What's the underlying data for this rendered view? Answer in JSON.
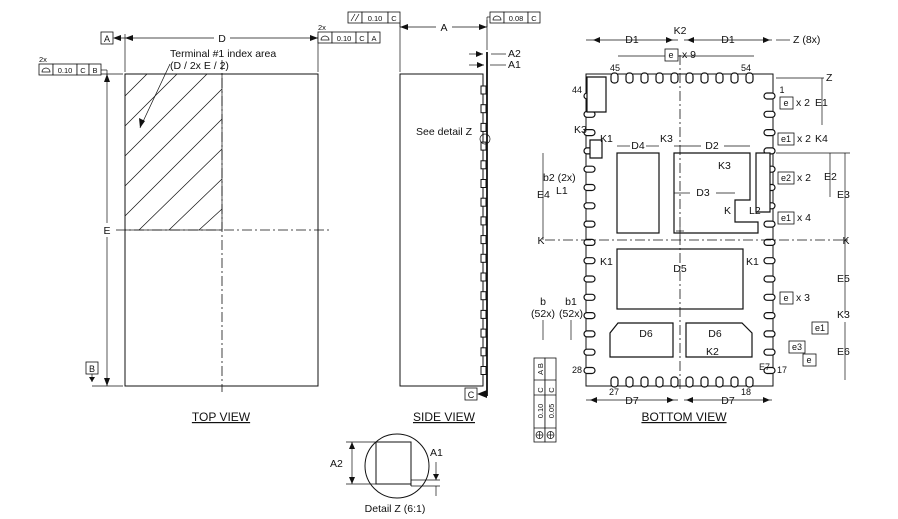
{
  "views": {
    "top": "TOP VIEW",
    "side": "SIDE VIEW",
    "bottom": "BOTTOM VIEW",
    "detail": "Detail Z (6:1)"
  },
  "top_view": {
    "datum_a": "A",
    "datum_b": "B",
    "dim_d": "D",
    "dim_e": "E",
    "index_note_1": "Terminal #1 index area",
    "index_note_2": "(D / 2x E / 2)",
    "fcf_left_count": "2x",
    "fcf_left_tol": "0.10",
    "fcf_left_ref1": "C",
    "fcf_left_ref2": "B",
    "fcf_right_count": "2x",
    "fcf_right_tol": "0.10",
    "fcf_right_ref1": "C",
    "fcf_right_ref2": "A"
  },
  "side_view": {
    "parallel_tol": "0.10",
    "parallel_ref": "C",
    "flat_tol": "0.08",
    "flat_ref": "C",
    "dim_a": "A",
    "dim_a2": "A2",
    "dim_a1": "A1",
    "see_detail": "See detail Z",
    "datum_c": "C"
  },
  "bottom_view": {
    "d1_left": "D1",
    "d1_right": "D1",
    "k2_top": "K2",
    "e_pitch": "e",
    "x9": "x 9",
    "z8x": "Z (8x)",
    "z": "Z",
    "pin45": "45",
    "pin54": "54",
    "pin44": "44",
    "pin1": "1",
    "pin28": "28",
    "pin27": "27",
    "pin18": "18",
    "pin17": "17",
    "e_x2": "e",
    "x2a": "x 2",
    "e1_lbl": "E1",
    "e1_box": "e1",
    "x2b": "x 2",
    "k4": "K4",
    "k3_left": "K3",
    "k1_top": "K1",
    "d4": "D4",
    "k3_mid": "K3",
    "d2": "D2",
    "e2_lbl": "E2",
    "k3_right": "K3",
    "e2_box": "e2",
    "x2c": "x 2",
    "b2": "b2 (2x)",
    "l1": "L1",
    "d3": "D3",
    "e4": "E4",
    "e3_lbl": "E3",
    "k_small": "K",
    "l2": "L2",
    "e1_box2": "e1",
    "x4": "x 4",
    "k_left": "K",
    "k_right": "K",
    "k1_left": "K1",
    "d5": "D5",
    "k1_right": "K1",
    "e5": "E5",
    "b_lbl": "b",
    "b_52x": "(52x)",
    "b1_lbl": "b1",
    "b1_52x": "(52x)",
    "e_x3": "e",
    "x3": "x 3",
    "k3_lower": "K3",
    "e1_box3": "e1",
    "d6_left": "D6",
    "d6_right": "D6",
    "k2_mid": "K2",
    "e3_box": "e3",
    "e_box4": "e",
    "e6": "E6",
    "e7": "E7",
    "d7_left": "D7",
    "d7_right": "D7",
    "fcf_datums": "A B",
    "fcf_c1": "C",
    "fcf_c2": "C",
    "fcf_t1": "0.10",
    "fcf_t2": "0.05"
  },
  "detail_z": {
    "a2": "A2",
    "a1": "A1"
  }
}
